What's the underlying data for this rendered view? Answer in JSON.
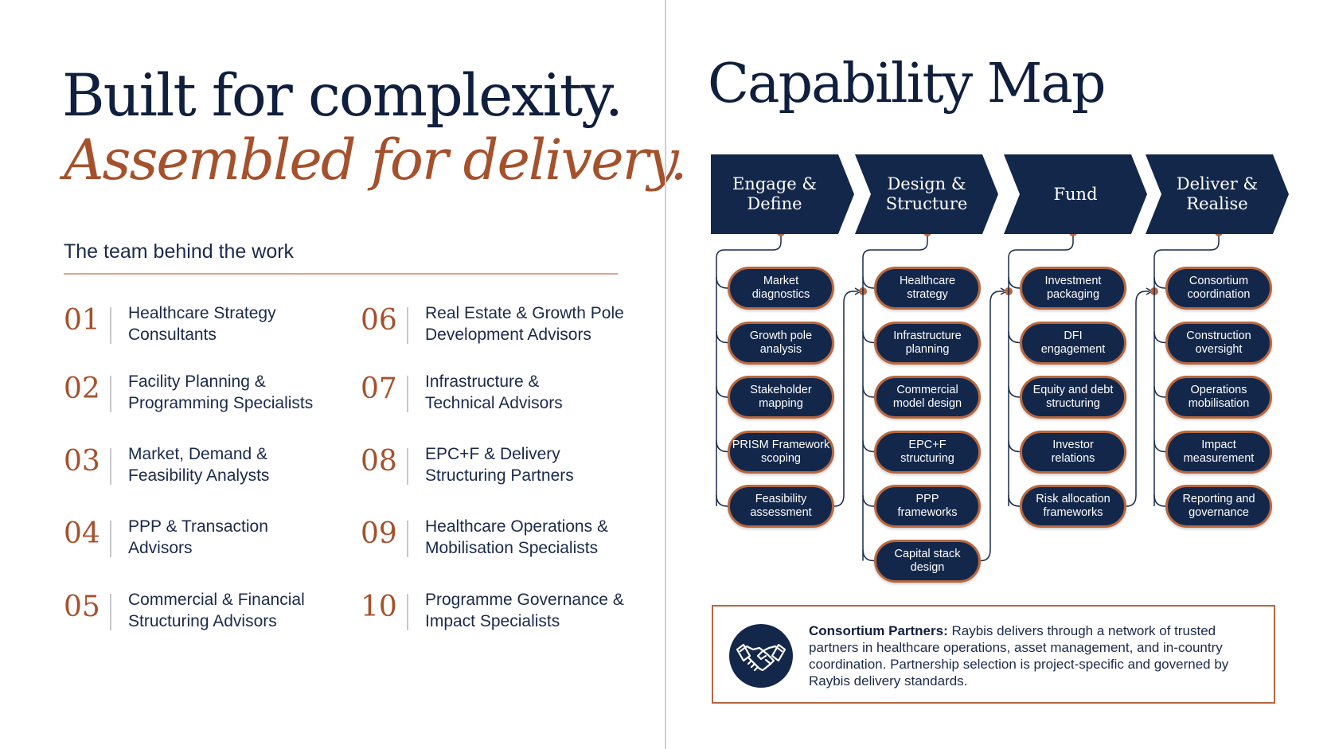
{
  "left": {
    "headline_line1": "Built for complexity.",
    "headline_line2": "Assembled for delivery.",
    "team_heading": "The team behind the work",
    "team": [
      {
        "num": "01",
        "text": "Healthcare Strategy\nConsultants"
      },
      {
        "num": "02",
        "text": "Facility Planning &\nProgramming Specialists"
      },
      {
        "num": "03",
        "text": "Market, Demand &\nFeasibility Analysts"
      },
      {
        "num": "04",
        "text": "PPP & Transaction\nAdvisors"
      },
      {
        "num": "05",
        "text": "Commercial & Financial\nStructuring Advisors"
      },
      {
        "num": "06",
        "text": "Real Estate & Growth Pole\nDevelopment Advisors"
      },
      {
        "num": "07",
        "text": "Infrastructure &\nTechnical Advisors"
      },
      {
        "num": "08",
        "text": "EPC+F & Delivery\nStructuring Partners"
      },
      {
        "num": "09",
        "text": "Healthcare Operations &\nMobilisation Specialists"
      },
      {
        "num": "10",
        "text": "Programme Governance &\nImpact Specialists"
      }
    ]
  },
  "right": {
    "title": "Capability Map",
    "phases": [
      {
        "label": "Engage &\nDefine",
        "items": [
          "Market\ndiagnostics",
          "Growth pole\nanalysis",
          "Stakeholder\nmapping",
          "PRISM Framework\nscoping",
          "Feasibility\nassessment"
        ]
      },
      {
        "label": "Design &\nStructure",
        "items": [
          "Healthcare\nstrategy",
          "Infrastructure\nplanning",
          "Commercial\nmodel design",
          "EPC+F\nstructuring",
          "PPP\nframeworks",
          "Capital stack\ndesign"
        ]
      },
      {
        "label": "Fund",
        "items": [
          "Investment\npackaging",
          "DFI\nengagement",
          "Equity and debt\nstructuring",
          "Investor\nrelations",
          "Risk allocation\nframeworks"
        ]
      },
      {
        "label": "Deliver &\nRealise",
        "items": [
          "Consortium\ncoordination",
          "Construction\noversight",
          "Operations\nmobilisation",
          "Impact\nmeasurement",
          "Reporting and\ngovernance"
        ]
      }
    ],
    "partners": {
      "icon": "handshake-icon",
      "bold": "Consortium Partners:",
      "text": " Raybis delivers through a network of trusted partners in healthcare operations, asset management, and in-country coordination. Partnership selection is project-specific and governed by Raybis delivery standards."
    }
  },
  "colors": {
    "navy": "#13274b",
    "rust": "#a5512c",
    "copper": "#b8673e"
  }
}
